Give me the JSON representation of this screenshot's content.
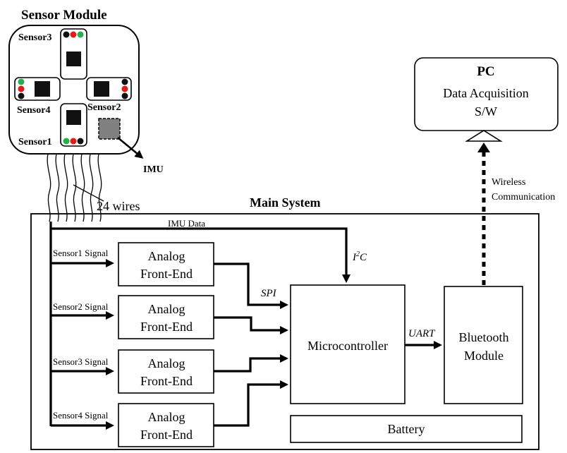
{
  "sensor_module": {
    "title": "Sensor Module",
    "sensors": {
      "s1": "Sensor1",
      "s2": "Sensor2",
      "s3": "Sensor3",
      "s4": "Sensor4"
    },
    "imu": "IMU",
    "wires": "24 wires"
  },
  "pc": {
    "title": "PC",
    "line1": "Data Acquisition",
    "line2": "S/W"
  },
  "wireless": {
    "line1": "Wireless",
    "line2": "Communication"
  },
  "main_system": {
    "title": "Main System",
    "imu_data": "IMU Data",
    "signals": [
      "Sensor1 Signal",
      "Sensor2 Signal",
      "Sensor3 Signal",
      "Sensor4 Signal"
    ],
    "afe": {
      "line1": "Analog",
      "line2": "Front-End"
    },
    "i2c": {
      "base": "I",
      "sup": "2",
      "rest": "C"
    },
    "spi": "SPI",
    "uart": "UART",
    "microcontroller": "Microcontroller",
    "bluetooth": {
      "line1": "Bluetooth",
      "line2": "Module"
    },
    "battery": "Battery"
  },
  "colors": {
    "dot_green": "#22b14c",
    "dot_red": "#e41a1a",
    "dot_black": "#111111",
    "imu_chip": "#808080"
  }
}
